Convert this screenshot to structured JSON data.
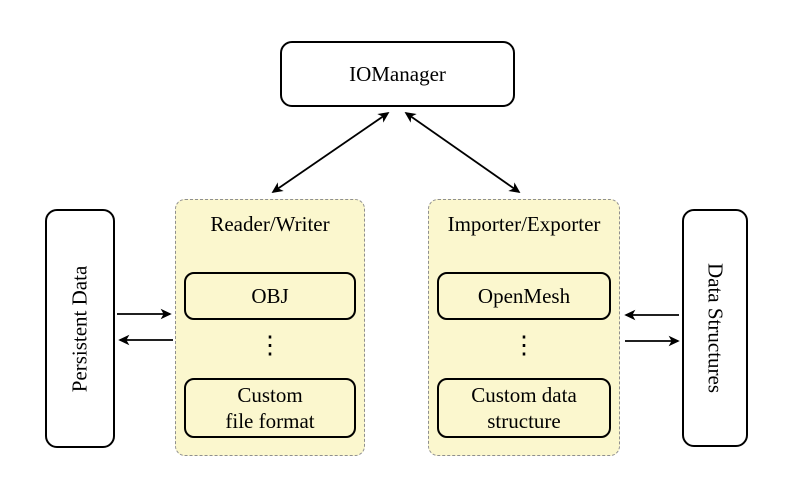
{
  "colors": {
    "background": "#ffffff",
    "group_fill": "#fbf7ce",
    "group_border": "#8f8f8f",
    "node_border": "#000000",
    "arrow": "#000000"
  },
  "nodes": {
    "io_manager": {
      "label": "IOManager"
    },
    "reader_writer": {
      "title": "Reader/Writer",
      "ellipsis": "⋮",
      "items": [
        {
          "label": "OBJ"
        },
        {
          "label": "Custom\nfile format"
        }
      ]
    },
    "importer_exporter": {
      "title": "Importer/Exporter",
      "ellipsis": "⋮",
      "items": [
        {
          "label": "OpenMesh"
        },
        {
          "label": "Custom data\nstructure"
        }
      ]
    },
    "persistent_data": {
      "label": "Persistent Data"
    },
    "data_structures": {
      "label": "Data Structures"
    }
  },
  "edges": [
    {
      "from": "IOManager",
      "to": "Reader/Writer",
      "direction": "bidirectional"
    },
    {
      "from": "IOManager",
      "to": "Importer/Exporter",
      "direction": "bidirectional"
    },
    {
      "from": "Persistent Data",
      "to": "Reader/Writer",
      "direction": "one-way"
    },
    {
      "from": "Reader/Writer",
      "to": "Persistent Data",
      "direction": "one-way"
    },
    {
      "from": "Data Structures",
      "to": "Importer/Exporter",
      "direction": "one-way"
    },
    {
      "from": "Importer/Exporter",
      "to": "Data Structures",
      "direction": "one-way"
    }
  ]
}
